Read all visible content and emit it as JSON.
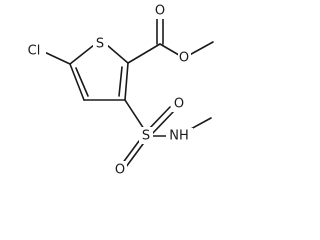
{
  "molecule": {
    "atoms": {
      "s_ring": "S",
      "cl": "Cl",
      "o_carbonyl": "O",
      "o_ester": "O",
      "s_sulfonyl": "S",
      "o_sulfonyl_top": "O",
      "o_sulfonyl_bottom": "O",
      "n_amide": "NH"
    }
  }
}
